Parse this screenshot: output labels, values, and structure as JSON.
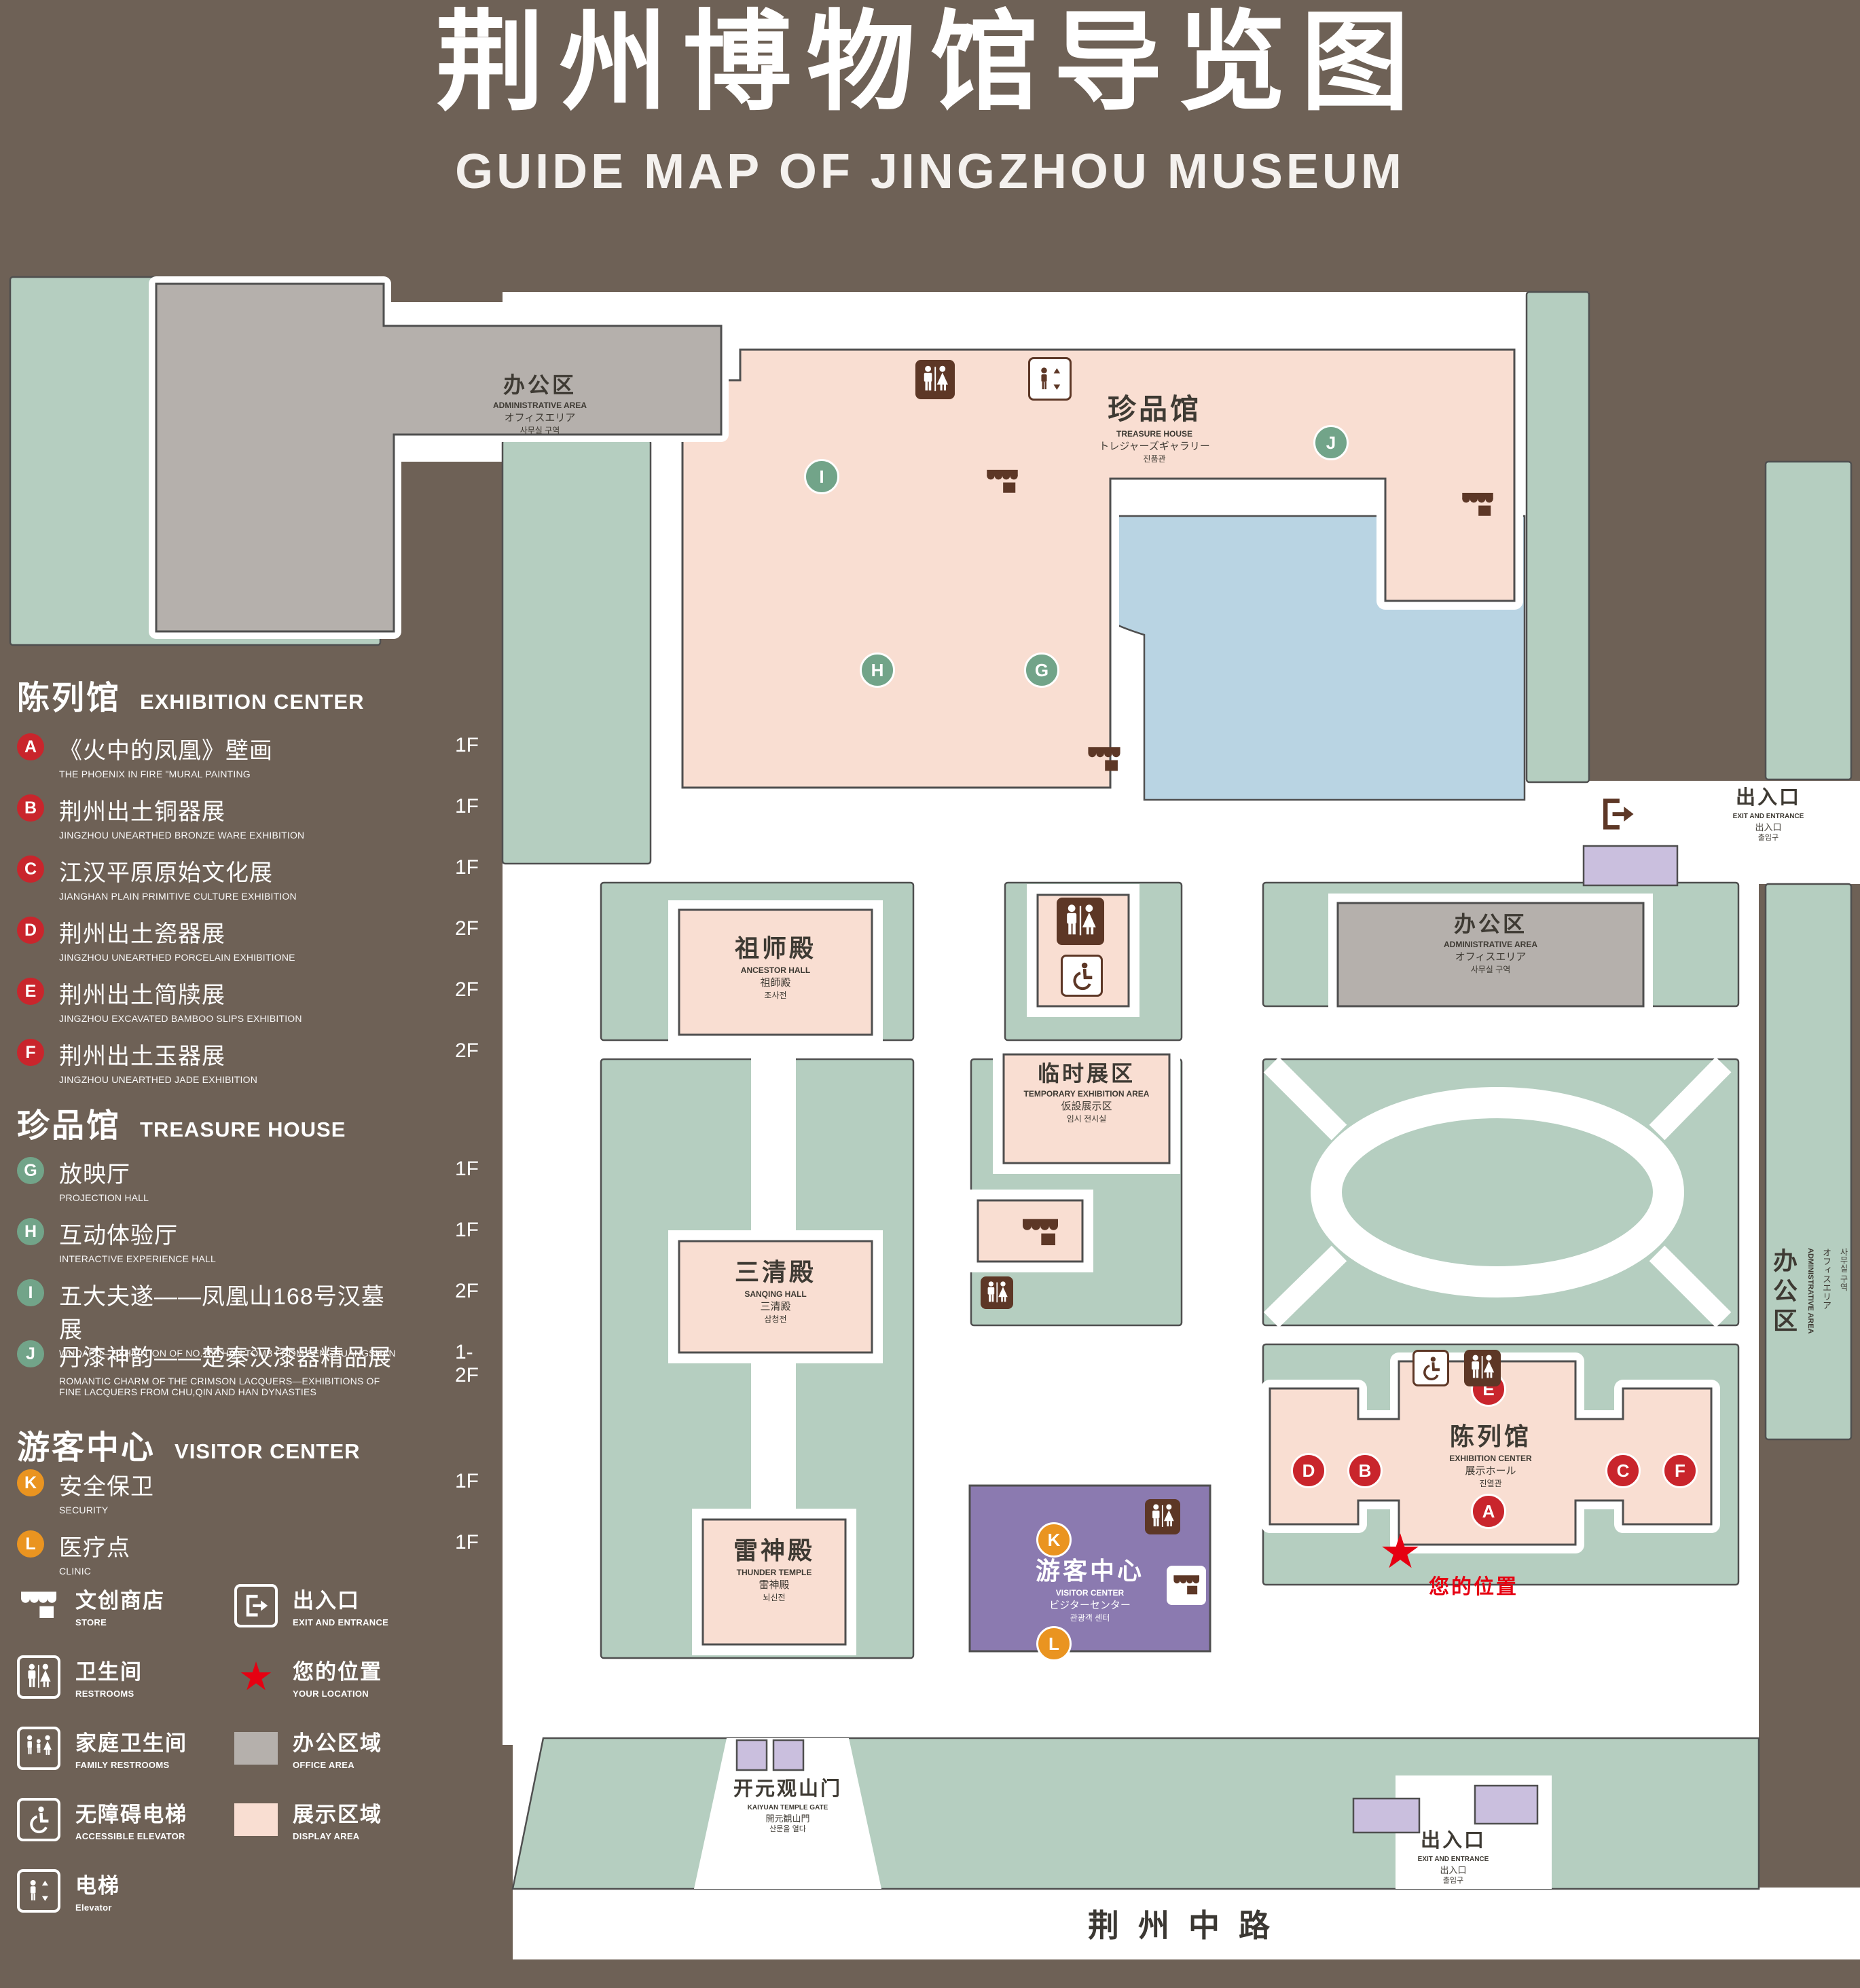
{
  "header": {
    "title": "荆州博物馆导览图",
    "subtitle": "GUIDE MAP OF JINGZHOU MUSEUM"
  },
  "icons": {
    "star": "★"
  },
  "colors": {
    "background": "#6e6156",
    "green_area": "#b5cec0",
    "display_area": "#f9ded2",
    "office_area": "#b5b0ac",
    "pond": "#b9d4e3",
    "visitor_center": "#8b7ab0",
    "entrance": "#cabfde",
    "marker_red": "#c9252c",
    "marker_green": "#72a489",
    "marker_orange": "#ea9420",
    "icon_brown": "#5d3726",
    "location_red": "#e60012"
  },
  "sidebar": {
    "sections": [
      {
        "zh": "陈列馆",
        "en": "EXHIBITION CENTER",
        "items": [
          {
            "letter": "A",
            "zh": "《火中的凤凰》壁画",
            "en": "THE PHOENIX IN FIRE \"MURAL PAINTING",
            "floor": "1F"
          },
          {
            "letter": "B",
            "zh": "荆州出土铜器展",
            "en": "JINGZHOU UNEARTHED BRONZE WARE EXHIBITION",
            "floor": "1F"
          },
          {
            "letter": "C",
            "zh": "江汉平原原始文化展",
            "en": "JIANGHAN PLAIN PRIMITIVE CULTURE EXHIBITION",
            "floor": "1F"
          },
          {
            "letter": "D",
            "zh": "荆州出土瓷器展",
            "en": "JINGZHOU UNEARTHED PORCELAIN EXHIBITIONE",
            "floor": "2F"
          },
          {
            "letter": "E",
            "zh": "荆州出土简牍展",
            "en": "JINGZHOU EXCAVATED BAMBOO SLIPS EXHIBITION",
            "floor": "2F"
          },
          {
            "letter": "F",
            "zh": "荆州出土玉器展",
            "en": "JINGZHOU UNEARTHED JADE EXHIBITION",
            "floor": "2F"
          }
        ]
      },
      {
        "zh": "珍品馆",
        "en": "TREASURE HOUSE",
        "items": [
          {
            "letter": "G",
            "zh": "放映厅",
            "en": "PROJECTION HALL",
            "floor": "1F"
          },
          {
            "letter": "H",
            "zh": "互动体验厅",
            "en": "INTERACTIVE EXPERIENCE HALL",
            "floor": "1F"
          },
          {
            "letter": "I",
            "zh": "五大夫遂——凤凰山168号汉墓展",
            "en": "WUDAFU—EXHIBITION OF NO.168 HAN TOMB FROM FENGHUANGSHAN",
            "floor": "2F"
          },
          {
            "letter": "J",
            "zh": "丹漆神韵——楚秦汉漆器精品展",
            "en": "ROMANTIC CHARM OF THE CRIMSON LACQUERS—EXHIBITIONS OF FINE LACQUERS FROM CHU,QIN AND HAN DYNASTIES",
            "floor": "1-2F"
          }
        ]
      },
      {
        "zh": "游客中心",
        "en": "VISITOR CENTER",
        "items": [
          {
            "letter": "K",
            "zh": "安全保卫",
            "en": "SECURITY",
            "floor": "1F"
          },
          {
            "letter": "L",
            "zh": "医疗点",
            "en": "CLINIC",
            "floor": "1F"
          }
        ]
      }
    ],
    "legend": [
      {
        "zh": "文创商店",
        "en": "STORE"
      },
      {
        "zh": "出入口",
        "en": "EXIT AND ENTRANCE"
      },
      {
        "zh": "卫生间",
        "en": "RESTROOMS"
      },
      {
        "zh": "您的位置",
        "en": "YOUR LOCATION"
      },
      {
        "zh": "家庭卫生间",
        "en": "FAMILY RESTROOMS"
      },
      {
        "zh": "办公区域",
        "en": "OFFICE AREA"
      },
      {
        "zh": "无障碍电梯",
        "en": "ACCESSIBLE ELEVATOR"
      },
      {
        "zh": "展示区域",
        "en": "DISPLAY AREA"
      },
      {
        "zh": "电梯",
        "en": "Elevator"
      }
    ]
  },
  "map": {
    "labels": {
      "admin_top_left": {
        "zh": "办公区",
        "en": "ADMINISTRATIVE AREA",
        "jp": "オフィスエリア",
        "kr": "사무실 구역"
      },
      "treasure_house": {
        "zh": "珍品馆",
        "en": "TREASURE HOUSE",
        "jp": "トレジャーズギャラリー",
        "kr": "진품관"
      },
      "ancestor_hall": {
        "zh": "祖师殿",
        "en": "ANCESTOR HALL",
        "jp": "祖師殿",
        "kr": "조사전"
      },
      "temporary_exhibition": {
        "zh": "临时展区",
        "en": "TEMPORARY EXHIBITION AREA",
        "jp": "仮設展示区",
        "kr": "임시 전시실"
      },
      "admin_middle": {
        "zh": "办公区",
        "en": "ADMINISTRATIVE AREA",
        "jp": "オフィスエリア",
        "kr": "사무실 구역"
      },
      "sanqing_hall": {
        "zh": "三清殿",
        "en": "SANQING HALL",
        "jp": "三清殿",
        "kr": "삼청전"
      },
      "exhibition_center": {
        "zh": "陈列馆",
        "en": "EXHIBITION CENTER",
        "jp": "展示ホール",
        "kr": "진열관"
      },
      "thunder_temple": {
        "zh": "雷神殿",
        "en": "THUNDER TEMPLE",
        "jp": "雷神殿",
        "kr": "뇌신전"
      },
      "visitor_center": {
        "zh": "游客中心",
        "en": "VISITOR CENTER",
        "jp": "ビジターセンター",
        "kr": "관광객 센터"
      },
      "kaiyuan_gate": {
        "zh": "开元观山门",
        "en": "KAIYUAN TEMPLE GATE",
        "jp": "開元観山門",
        "kr": "산문을 열다"
      },
      "exit_right": {
        "zh": "出入口",
        "en": "EXIT AND ENTRANCE",
        "jp": "出入口",
        "kr": "출입구"
      },
      "exit_bottom": {
        "zh": "出入口",
        "en": "EXIT AND ENTRANCE",
        "jp": "出入口",
        "kr": "출입구"
      },
      "admin_right": {
        "zh": "办公区",
        "en": "ADMINISTRATIVE AREA",
        "jp": "オフィスエリア",
        "kr": "사무실 구역"
      },
      "your_location": {
        "zh": "您的位置"
      },
      "road": {
        "zh": "荆州中路"
      }
    },
    "markers": {
      "A": "A",
      "B": "B",
      "C": "C",
      "D": "D",
      "E": "E",
      "F": "F",
      "G": "G",
      "H": "H",
      "I": "I",
      "J": "J",
      "K": "K",
      "L": "L"
    }
  }
}
